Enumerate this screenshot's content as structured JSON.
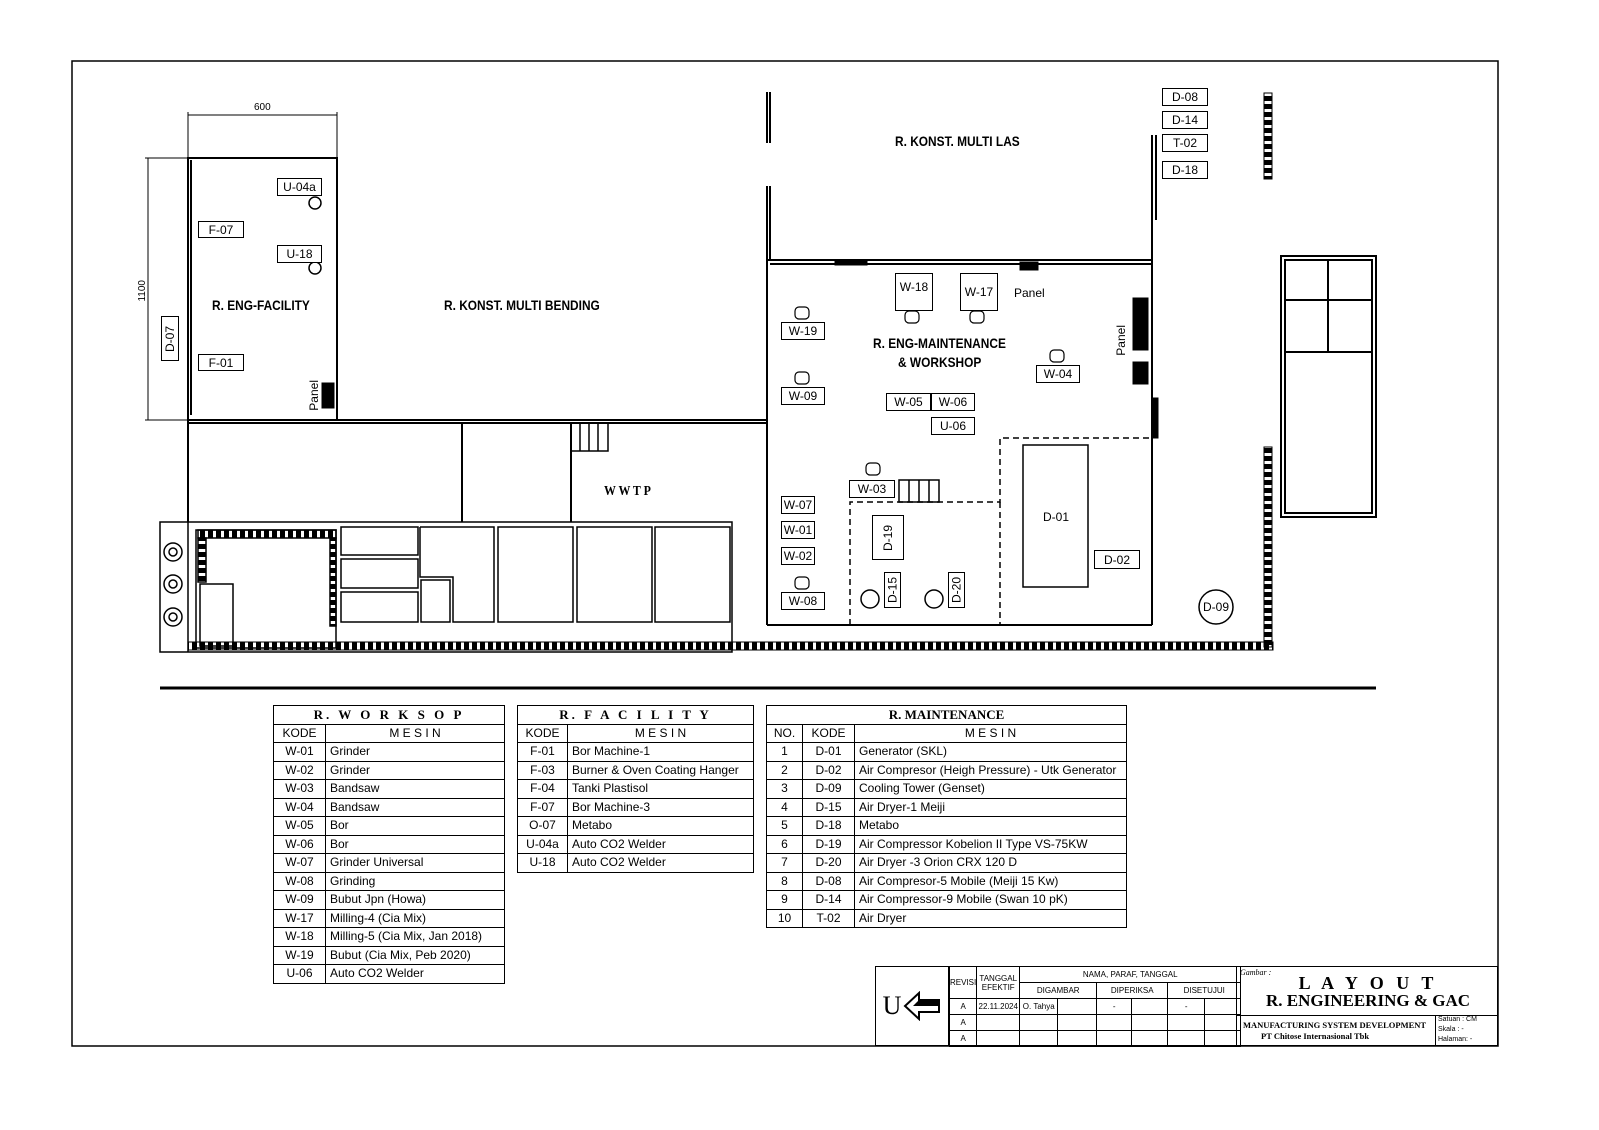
{
  "plan": {
    "rooms": {
      "facility": "R. ENG-FACILITY",
      "bending": "R. KONST. MULTI BENDING",
      "las": "R. KONST. MULTI LAS",
      "maintenance_1": "R. ENG-MAINTENANCE",
      "maintenance_2": "& WORKSHOP",
      "wwtp": "W W T P"
    },
    "dimensions": {
      "width": "600",
      "height": "1100"
    },
    "panel_label": "Panel",
    "machines": [
      "U-04a",
      "U-18",
      "F-07",
      "F-01",
      "D-07",
      "D-08",
      "D-14",
      "T-02",
      "D-18",
      "W-18",
      "W-17",
      "W-19",
      "W-09",
      "W-04",
      "W-05",
      "W-06",
      "U-06",
      "W-03",
      "W-07",
      "W-01",
      "W-02",
      "W-08",
      "D-19",
      "D-15",
      "D-20",
      "D-01",
      "D-02",
      "D-09"
    ]
  },
  "tables": {
    "workshop": {
      "title": "R. W O R K S O P",
      "headers": [
        "KODE",
        "M E S I N"
      ],
      "rows": [
        [
          "W-01",
          "Grinder"
        ],
        [
          "W-02",
          "Grinder"
        ],
        [
          "W-03",
          "Bandsaw"
        ],
        [
          "W-04",
          "Bandsaw"
        ],
        [
          "W-05",
          "Bor"
        ],
        [
          "W-06",
          "Bor"
        ],
        [
          "W-07",
          "Grinder Universal"
        ],
        [
          "W-08",
          "Grinding"
        ],
        [
          "W-09",
          "Bubut Jpn (Howa)"
        ],
        [
          "W-17",
          "Milling-4 (Cia Mix)"
        ],
        [
          "W-18",
          "Milling-5 (Cia Mix, Jan 2018)"
        ],
        [
          "W-19",
          "Bubut (Cia Mix, Peb 2020)"
        ],
        [
          "U-06",
          "Auto CO2 Welder"
        ]
      ]
    },
    "facility": {
      "title": "R. F A C I L I T Y",
      "headers": [
        "KODE",
        "M E S I N"
      ],
      "rows": [
        [
          "F-01",
          "Bor Machine-1"
        ],
        [
          "F-03",
          "Burner & Oven Coating Hanger"
        ],
        [
          "F-04",
          "Tanki Plastisol"
        ],
        [
          "F-07",
          "Bor Machine-3"
        ],
        [
          "O-07",
          "Metabo"
        ],
        [
          "U-04a",
          "Auto CO2 Welder"
        ],
        [
          "U-18",
          "Auto CO2 Welder"
        ]
      ]
    },
    "maintenance": {
      "title": "R.  MAINTENANCE",
      "headers": [
        "NO.",
        "KODE",
        "M E S I N"
      ],
      "rows": [
        [
          "1",
          "D-01",
          "Generator (SKL)"
        ],
        [
          "2",
          "D-02",
          "Air Compresor (Heigh Pressure) - Utk Generator"
        ],
        [
          "3",
          "D-09",
          "Cooling Tower (Genset)"
        ],
        [
          "4",
          "D-15",
          "Air Dryer-1 Meiji"
        ],
        [
          "5",
          "D-18",
          "Metabo"
        ],
        [
          "6",
          "D-19",
          "Air Compressor Kobelion II Type VS-75KW"
        ],
        [
          "7",
          "D-20",
          "Air Dryer -3 Orion CRX 120 D"
        ],
        [
          "8",
          "D-08",
          "Air Compresor-5 Mobile (Meiji 15 Kw)"
        ],
        [
          "9",
          "D-14",
          "Air Compressor-9 Mobile (Swan 10 pK)"
        ],
        [
          "10",
          "T-02",
          "Air Dryer"
        ]
      ]
    }
  },
  "title_block": {
    "north": "U",
    "revisi": "REVISI",
    "tanggal": "TANGGAL EFEKTIF",
    "nama": "NAMA, PARAF, TANGGAL",
    "digambar": "DIGAMBAR",
    "diperiksa": "DIPERIKSA",
    "disetujui": "DISETUJUI",
    "rev_mark": "A",
    "date": "22.11.2024",
    "drawn_by": "O. Tahya",
    "dot": "-",
    "gambar": "Gambar :",
    "title1": "L A Y O U T",
    "title2": "R. ENGINEERING & GAC",
    "dept": "MANUFACTURING SYSTEM DEVELOPMENT",
    "company": "PT Chitose Internasional Tbk",
    "satuan": "Satuan  : CM",
    "skala": "Skala    : -",
    "halaman": "Halaman: -"
  }
}
